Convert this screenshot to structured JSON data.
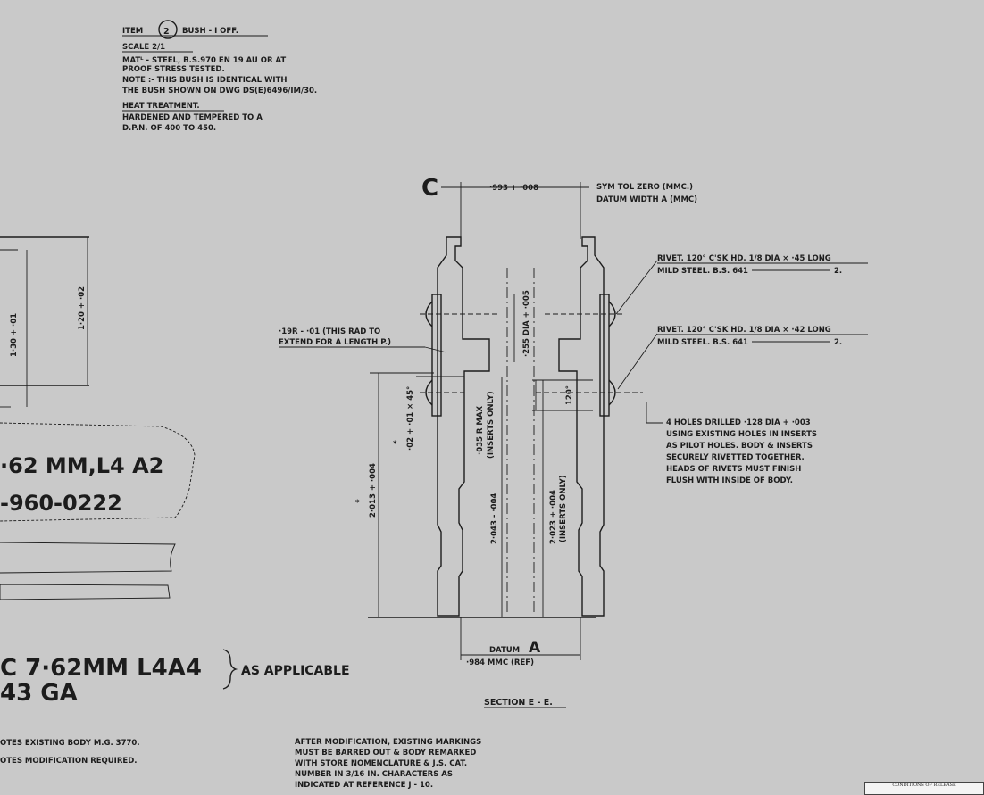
{
  "notes": {
    "item_prefix": "ITEM",
    "item_number": "2",
    "item_suffix": "BUSH - I OFF.",
    "scale": "SCALE 2/1",
    "material_line1": "MATᴸ - STEEL, B.S.970 EN 19 AU OR AT",
    "material_line2": "PROOF STRESS TESTED.",
    "note_line1": "NOTE :- THIS BUSH IS IDENTICAL WITH",
    "note_line2": "THE BUSH SHOWN ON DWG DS(E)6496/IM/30.",
    "heat_title": "HEAT TREATMENT.",
    "heat_line1": "HARDENED AND TEMPERED TO A",
    "heat_line2": "D.P.N. OF 400 TO 450."
  },
  "left_view": {
    "dim_outer": "1·30 + ·01",
    "dim_inner": "1·20 + ·02",
    "marking_line1": "·62 MM,L4 A2",
    "marking_line2": "-960-0222"
  },
  "section": {
    "c_label": "C",
    "top_dim": "·993 + ·008",
    "sym_tol": "SYM TOL ZERO (MMC.)",
    "datum_width": "DATUM WIDTH A (MMC)",
    "rad_line1": "·19R - ·01  (THIS RAD TO",
    "rad_line2": "EXTEND FOR A LENGTH P.)",
    "dia_255": "·255 DIA + ·005",
    "rmax_line1": "·035 R MAX",
    "rmax_line2": "(INSERTS ONLY)",
    "angle_120": "120°",
    "chamfer": "·02 + ·01 × 45°",
    "dim_2013": "2·013 + ·004",
    "dim_2043": "2·043 - ·004",
    "dim_2023_line1": "2·023 + ·004",
    "dim_2023_line2": "(INSERTS ONLY)",
    "star": "*",
    "datum_label": "DATUM",
    "datum_letter": "A",
    "mmc_ref": "·984 MMC (REF)",
    "title": "SECTION E - E."
  },
  "rivets": {
    "r1_line1": "RIVET. 120° C'SK HD. 1/8 DIA × ·45 LONG",
    "r1_line2": "MILD STEEL. B.S. 641",
    "r1_qty": "2.",
    "r2_line1": "RIVET. 120° C'SK HD. 1/8 DIA × ·42 LONG",
    "r2_line2": "MILD STEEL. B.S. 641",
    "r2_qty": "2.",
    "holes_line1": "4 HOLES DRILLED ·128 DIA + ·003",
    "holes_line2": "USING EXISTING HOLES IN INSERTS",
    "holes_line3": "AS PILOT HOLES. BODY & INSERTS",
    "holes_line4": "SECURELY RIVETTED TOGETHER.",
    "holes_line5": "HEADS OF RIVETS MUST FINISH",
    "holes_line6": "FLUSH WITH INSIDE OF BODY."
  },
  "bottom": {
    "model_line1": "C 7·62MM L4A4",
    "model_line2": "43 GA",
    "as_applicable": "AS APPLICABLE",
    "note1": "OTES EXISTING BODY M.G. 3770.",
    "note2": "OTES MODIFICATION REQUIRED.",
    "after_line1": "AFTER MODIFICATION, EXISTING MARKINGS",
    "after_line2": "MUST BE BARRED OUT & BODY REMARKED",
    "after_line3": "WITH STORE NOMENCLATURE & J.S. CAT.",
    "after_line4": "NUMBER IN 3/16 IN. CHARACTERS AS",
    "after_line5": "INDICATED AT REFERENCE J - 10."
  },
  "stamp": {
    "text": "CONDITIONS OF RELEASE"
  }
}
